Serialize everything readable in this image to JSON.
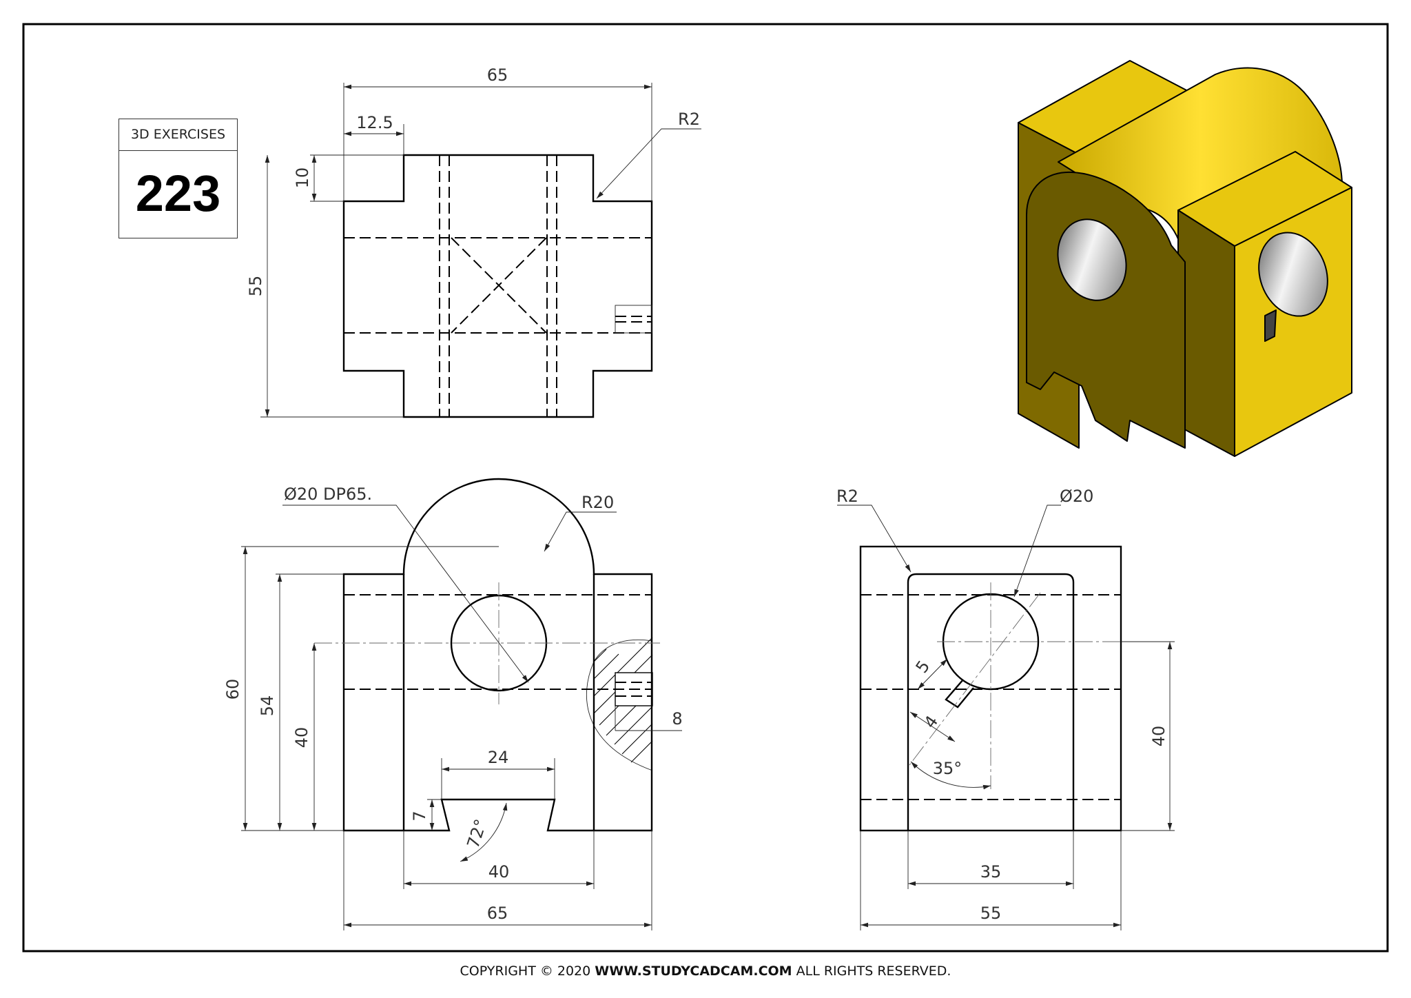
{
  "exercise": {
    "caption": "3D EXERCISES",
    "number": "223"
  },
  "top_view": {
    "dims": {
      "overall_width": "65",
      "offset": "12.5",
      "radius": "R2",
      "step": "10",
      "overall_depth": "55"
    }
  },
  "front_view": {
    "dims": {
      "hole": "Ø20 DP65.",
      "arc_radius": "R20",
      "height_total": "60",
      "height_block": "54",
      "hole_center": "40",
      "slot_top": "24",
      "slot_depth": "7",
      "slot_angle": "72°",
      "slot_span": "40",
      "overall_width": "65",
      "pin": "8"
    }
  },
  "side_view": {
    "dims": {
      "radius": "R2",
      "hole": "Ø20",
      "pin_width": "5",
      "pin_length": "4",
      "angle": "35°",
      "hole_center": "40",
      "inner_width": "35",
      "overall_width": "55"
    }
  },
  "footer": {
    "prefix": "COPYRIGHT © 2020",
    "site": "WWW.STUDYCADCAM.COM",
    "suffix": "ALL RIGHTS RESERVED."
  },
  "colors": {
    "frame": "#000000",
    "model_yellow": "#e8c70f",
    "model_shadow": "#7f6a00",
    "model_dark": "#5f5100"
  }
}
